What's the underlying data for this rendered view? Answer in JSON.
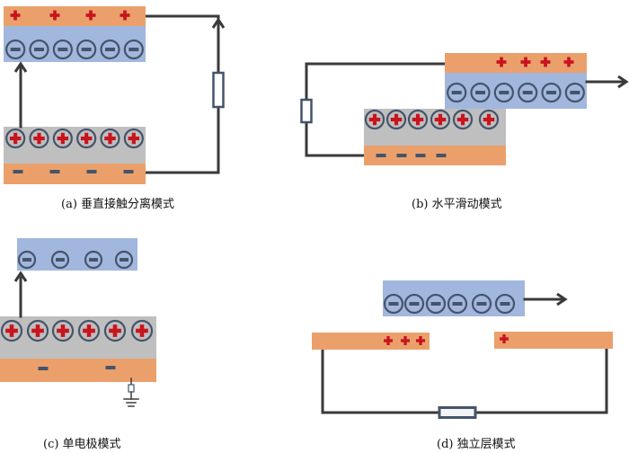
{
  "title": "Triboelectric nanogenerator working modes",
  "colors": {
    "electrode_orange": "#EBA06B",
    "dielectric_blue": "#A2B7DD",
    "dielectric_gray": "#BFBFBF",
    "positive_red": "#C8141E",
    "charge_ring": "#44546A",
    "wire": "#3A3A3A"
  },
  "panels": [
    {
      "id": "a",
      "caption": "(a) 垂直接触分离模式",
      "top_electrode_signs": [
        "+",
        "+",
        "+",
        "+"
      ],
      "top_dielectric_charges": [
        "−",
        "−",
        "−",
        "−",
        "−",
        "−"
      ],
      "bottom_dielectric_charges": [
        "+",
        "+",
        "+",
        "+",
        "+",
        "+"
      ],
      "bottom_electrode_signs": [
        "−",
        "−",
        "−",
        "−"
      ],
      "motion": "vertical separation"
    },
    {
      "id": "b",
      "caption": "(b) 水平滑动模式",
      "top_electrode_signs": [
        "+",
        "+",
        "+",
        "+"
      ],
      "top_dielectric_charges": [
        "−",
        "−",
        "−",
        "−",
        "−",
        "−"
      ],
      "bottom_dielectric_charges": [
        "+",
        "+",
        "+",
        "+",
        "+",
        "+"
      ],
      "bottom_electrode_signs": [
        "−",
        "−",
        "−",
        "−"
      ],
      "motion": "horizontal sliding"
    },
    {
      "id": "c",
      "caption": "(c) 单电极模式",
      "top_dielectric_charges": [
        "−",
        "−",
        "−",
        "−"
      ],
      "bottom_dielectric_charges": [
        "+",
        "+",
        "+",
        "+",
        "+",
        "+"
      ],
      "bottom_electrode_signs": [
        "−",
        "−"
      ],
      "motion": "vertical separation",
      "grounded": true
    },
    {
      "id": "d",
      "caption": "(d) 独立层模式",
      "moving_layer_charges": [
        "−",
        "−",
        "−",
        "−",
        "−",
        "−"
      ],
      "left_electrode_signs": [
        "+",
        "+",
        "+"
      ],
      "right_electrode_signs": [
        "+"
      ],
      "motion": "horizontal sliding"
    }
  ]
}
